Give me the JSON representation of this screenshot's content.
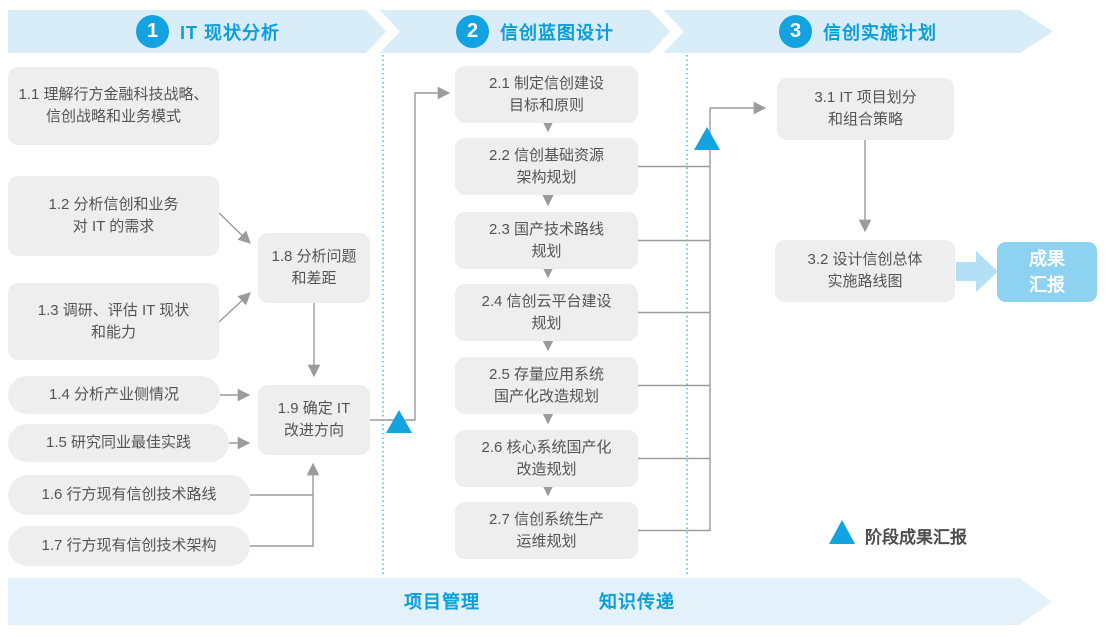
{
  "phases": [
    {
      "number": "1",
      "title": "IT 现状分析"
    },
    {
      "number": "2",
      "title": "信创蓝图设计"
    },
    {
      "number": "3",
      "title": "信创实施计划"
    }
  ],
  "nodes": {
    "n11": "1.1 理解行方金融科技战略、\n信创战略和业务模式",
    "n12": "1.2 分析信创和业务\n对 IT 的需求",
    "n13": "1.3 调研、评估 IT 现状\n和能力",
    "n14": "1.4 分析产业侧情况",
    "n15": "1.5 研究同业最佳实践",
    "n16": "1.6 行方现有信创技术路线",
    "n17": "1.7 行方现有信创技术架构",
    "n18": "1.8 分析问题\n和差距",
    "n19": "1.9 确定 IT\n改进方向",
    "n21": "2.1 制定信创建设\n目标和原则",
    "n22": "2.2 信创基础资源\n架构规划",
    "n23": "2.3 国产技术路线\n规划",
    "n24": "2.4 信创云平台建设\n规划",
    "n25": "2.5 存量应用系统\n国产化改造规划",
    "n26": "2.6 核心系统国产化\n改造规划",
    "n27": "2.7 信创系统生产\n运维规划",
    "n31": "3.1 IT 项目划分\n和组合策略",
    "n32": "3.2 设计信创总体\n实施路线图",
    "result": "成果\n汇报"
  },
  "footer": {
    "items": [
      "项目管理",
      "知识传递"
    ]
  },
  "legend": {
    "label": "阶段成果汇报"
  },
  "palette": {
    "accent_blue": "#14a3e1",
    "accent_text_blue": "#0a9edb",
    "band_top": "#d9edf8",
    "band_bottom": "#e3f1fa",
    "node_bg": "#eeeeee",
    "node_text": "#545454",
    "connector_gray": "#9b9b9b",
    "result_box_bg": "#8dd2f0",
    "fat_arrow_blue": "#b3e0f6"
  }
}
